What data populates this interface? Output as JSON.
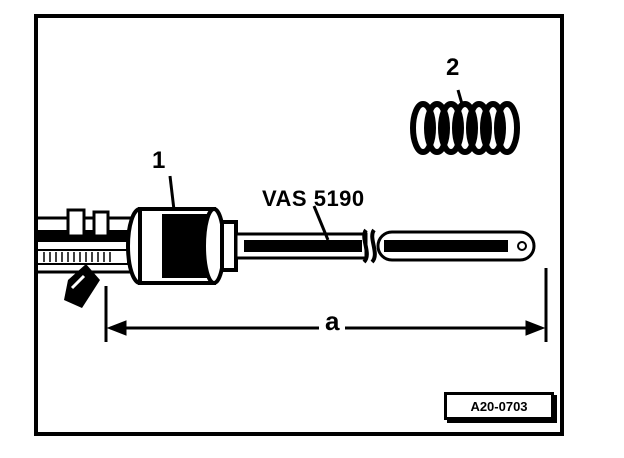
{
  "labels": {
    "part_1": "1",
    "part_2": "2",
    "tool": "VAS 5190",
    "dimension": "a",
    "figure_id": "A20-0703"
  }
}
